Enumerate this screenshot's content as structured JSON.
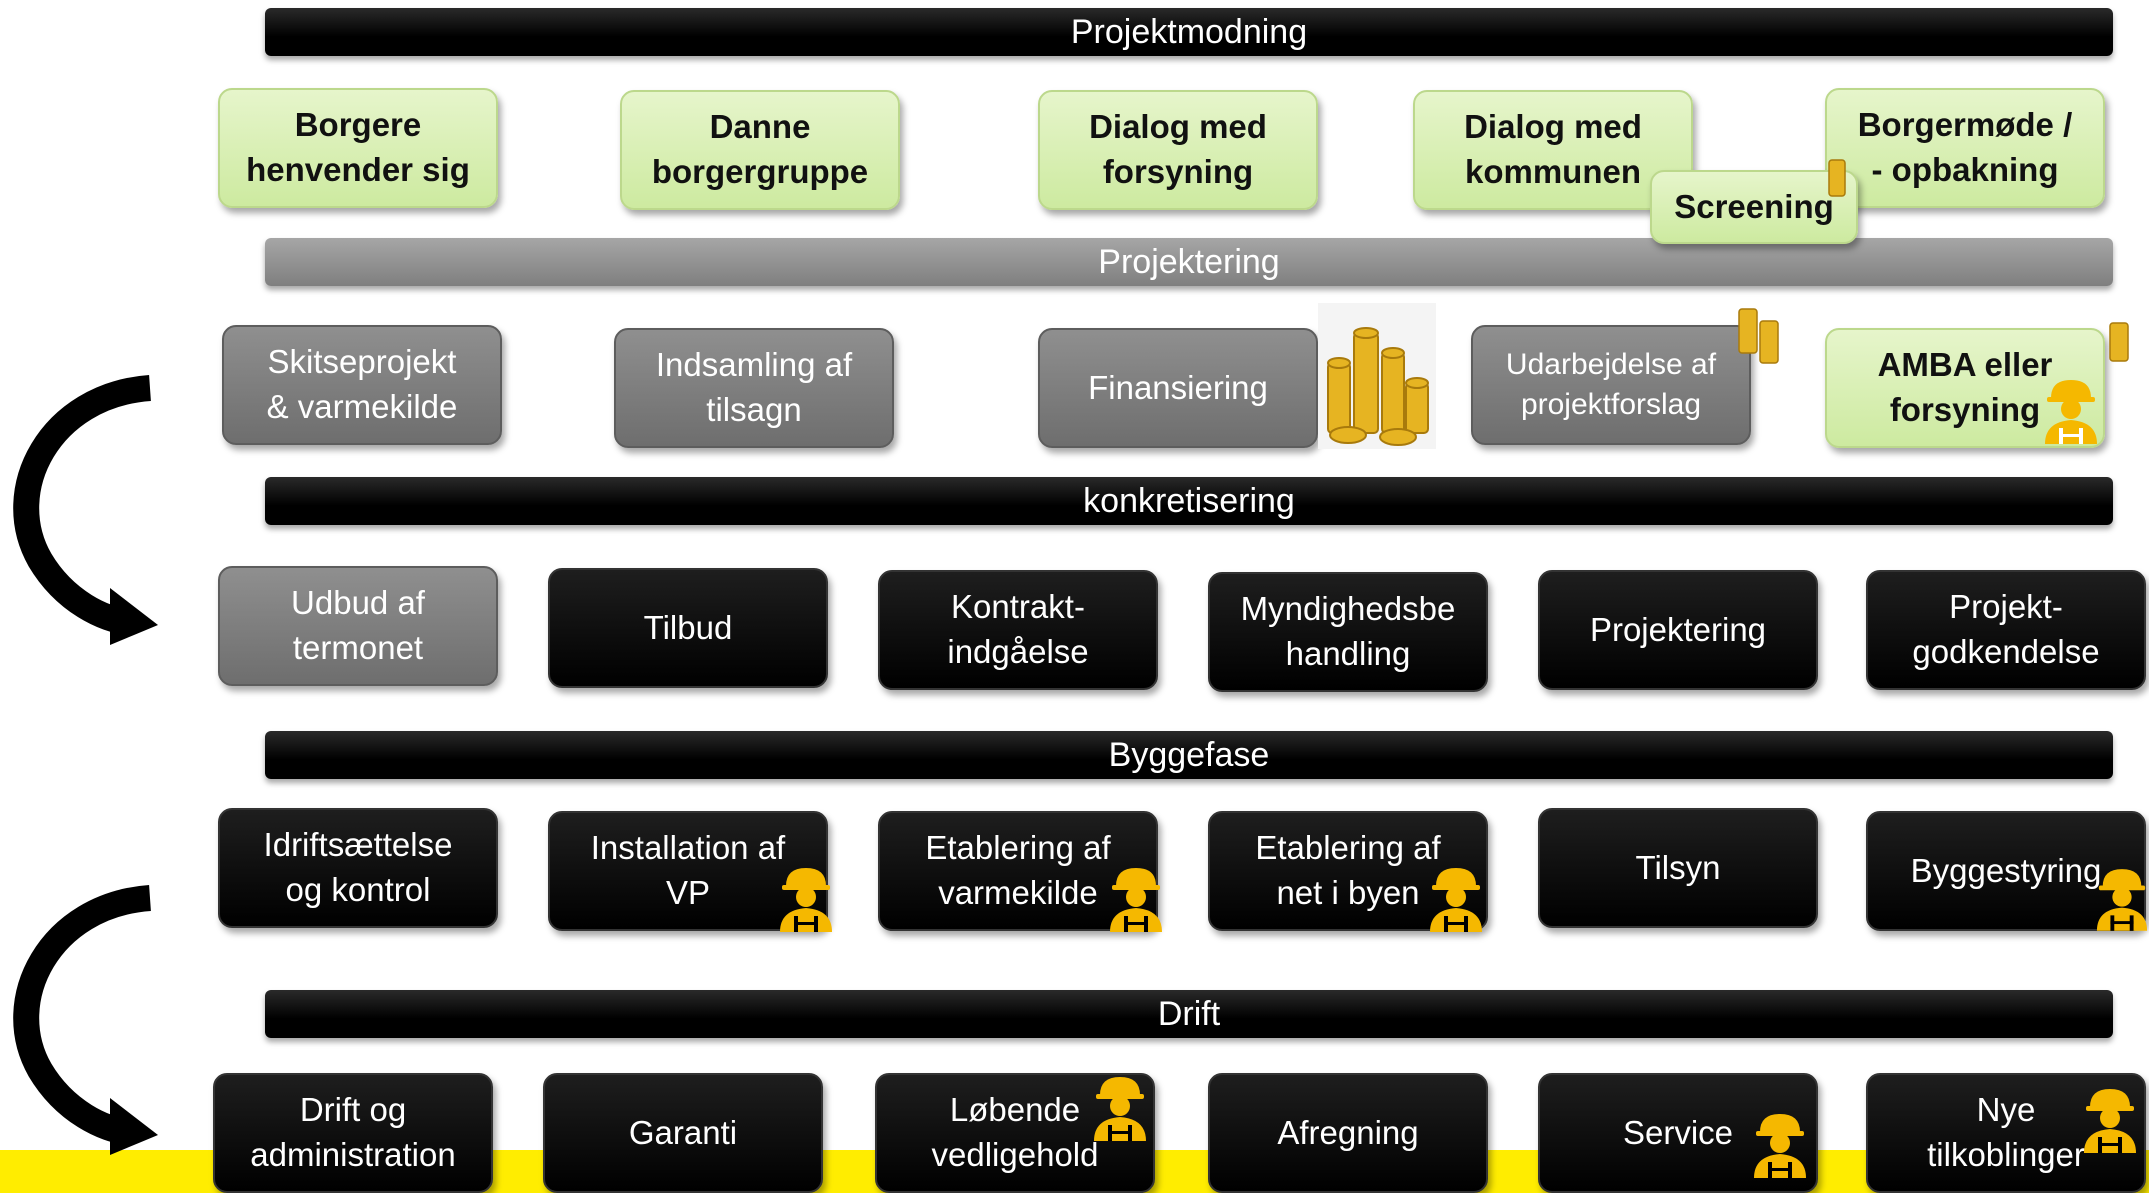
{
  "phases": {
    "projektmodning": "Projektmodning",
    "projektering": "Projektering",
    "konkretisering": "konkretisering",
    "byggefase": "Byggefase",
    "drift": "Drift"
  },
  "row1": [
    "Borgere\nhenvender sig",
    "Danne\nborgergruppe",
    "Dialog med\nforsyning",
    "Dialog med\nkommunen",
    "Borgermøde /\n- opbakning"
  ],
  "screening": "Screening",
  "row2": [
    "Skitseprojekt\n& varmekilde",
    "Indsamling af\ntilsagn",
    "Finansiering",
    "Udarbejdelse af\nprojektforslag",
    "AMBA eller\nforsyning"
  ],
  "row3": [
    "Udbud af\ntermonet",
    "Tilbud",
    "Kontrakt-\nindgåelse",
    "Myndighedsbe\nhandling",
    "Projektering",
    "Projekt-\ngodkendelse"
  ],
  "row4": [
    "Idriftsættelse\nog kontrol",
    "Installation af\nVP",
    "Etablering af\nvarmekilde",
    "Etablering af\nnet i byen",
    "Tilsyn",
    "Byggestyring"
  ],
  "row5": [
    "Drift og\nadministration",
    "Garanti",
    "Løbende\nvedligehold",
    "Afregning",
    "Service",
    "Nye\ntilkoblinger"
  ],
  "colors": {
    "green_box": "#d6eeb0",
    "gray_box": "#7f7f7f",
    "black_box": "#000000",
    "accent_yellow": "#ffed00",
    "worker_icon": "#f5b800",
    "coin": "#e6b422"
  },
  "icons": {
    "worker": "construction-worker-icon",
    "coins": "gold-coins-icon",
    "arrow": "curved-arrow-icon"
  }
}
